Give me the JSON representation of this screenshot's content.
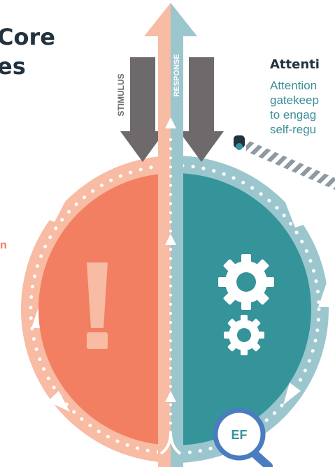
{
  "title": {
    "line1": "Core",
    "line2": "es"
  },
  "side_note": "n",
  "attention": {
    "heading": "Attenti",
    "lines": [
      "Attention",
      "gatekeep",
      "to engag",
      "self-regu"
    ]
  },
  "arrows": {
    "stimulus": "STIMULUS",
    "response": "RESPONSE"
  },
  "left_symbol": "!",
  "magnifier_label": "EF",
  "colors": {
    "coral": "#f27f61",
    "coral_light": "#f8bba3",
    "teal": "#35939a",
    "teal_light": "#9cc6cd",
    "gray": "#6e6a6b",
    "navy": "#22323f",
    "magnifier_blue": "#4a7cc0"
  },
  "icons": [
    "exclamation-icon",
    "gear-icon",
    "magnifier-icon",
    "gate-icon"
  ]
}
